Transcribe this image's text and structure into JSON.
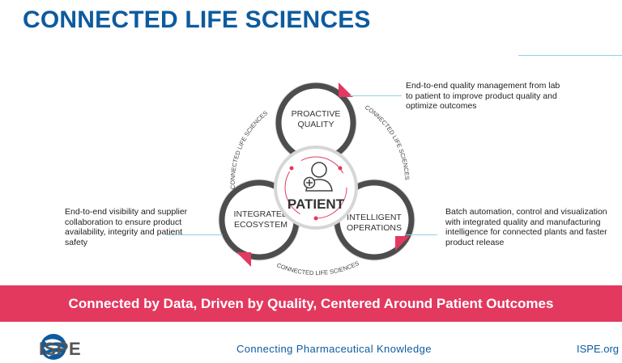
{
  "title": "CONNECTED LIFE SCIENCES",
  "diagram": {
    "center_label": "PATIENT",
    "nodes": [
      {
        "line1": "PROACTIVE",
        "line2": "QUALITY"
      },
      {
        "line1": "INTEGRATED",
        "line2": "ECOSYSTEM"
      },
      {
        "line1": "INTELLIGENT",
        "line2": "OPERATIONS"
      }
    ],
    "arc_label": "CONNECTED LIFE SCIENCES"
  },
  "callouts": {
    "top": "End-to-end quality management from lab to patient to improve product quality and optimize outcomes",
    "left": "End-to-end visibility and supplier collaboration to ensure product availability, integrity and patient safety",
    "right": "Batch automation, control and visualization with integrated quality and manufacturing intelligence for connected plants and faster product release"
  },
  "banner": "Connected by Data, Driven by Quality, Centered Around Patient Outcomes",
  "footer": {
    "logo_text": "ISPE",
    "tagline": "Connecting Pharmaceutical Knowledge",
    "url": "ISPE.org"
  },
  "colors": {
    "title_blue": "#0d5b9e",
    "accent_pink": "#e3395f",
    "ring_gray": "#555555",
    "leader_blue": "#8fd1e3"
  }
}
